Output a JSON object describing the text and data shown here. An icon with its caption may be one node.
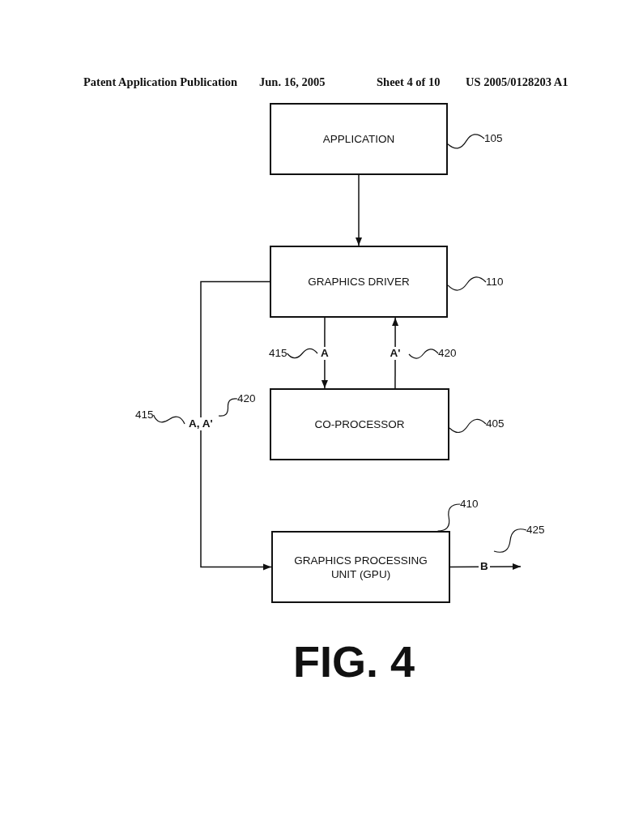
{
  "diagram": {
    "caption": "FIG. 4",
    "nodes": [
      {
        "text": [
          "APPLICATION"
        ]
      },
      {
        "text": [
          "GRAPHICS DRIVER"
        ]
      },
      {
        "text": [
          "CO-PROCESSOR"
        ]
      },
      {
        "text": [
          "GRAPHICS PROCESSING UNIT (GPU)"
        ]
      },
      {
        "text": [
          "105"
        ]
      },
      {
        "text": [
          "110"
        ]
      },
      {
        "text": [
          "405"
        ]
      },
      {
        "text": [
          "410"
        ]
      },
      {
        "text": [
          "415"
        ]
      },
      {
        "text": [
          "420"
        ]
      },
      {
        "text": [
          "415"
        ]
      },
      {
        "text": [
          "420"
        ]
      },
      {
        "text": [
          "425"
        ]
      }
    ],
    "edges": [
      {
        "from": 0,
        "to": 1,
        "arrow": "to"
      },
      {
        "from": 1,
        "to": 2,
        "arrow": "to",
        "label": "A"
      },
      {
        "from": 2,
        "to": 1,
        "arrow": "to",
        "label": "A'"
      },
      {
        "from": 1,
        "to": 3,
        "arrow": "to",
        "label": "A, A'"
      },
      {
        "from": 3,
        "to": null,
        "arrow": "to",
        "label": "B"
      },
      {
        "from": 4,
        "to": 0,
        "arrow": "none"
      },
      {
        "from": 5,
        "to": 1,
        "arrow": "none"
      },
      {
        "from": 6,
        "to": 2,
        "arrow": "none"
      },
      {
        "from": 7,
        "to": 3,
        "arrow": "none"
      },
      {
        "from": 8,
        "to": null,
        "arrow": "none"
      },
      {
        "from": 9,
        "to": null,
        "arrow": "none"
      },
      {
        "from": 10,
        "to": null,
        "arrow": "none"
      },
      {
        "from": 11,
        "to": null,
        "arrow": "none"
      },
      {
        "from": 12,
        "to": null,
        "arrow": "none"
      }
    ],
    "labels": [
      "Patent Application Publication",
      "Jun. 16, 2005",
      "Sheet 4 of 10",
      "US 2005/0128203 A1"
    ]
  }
}
